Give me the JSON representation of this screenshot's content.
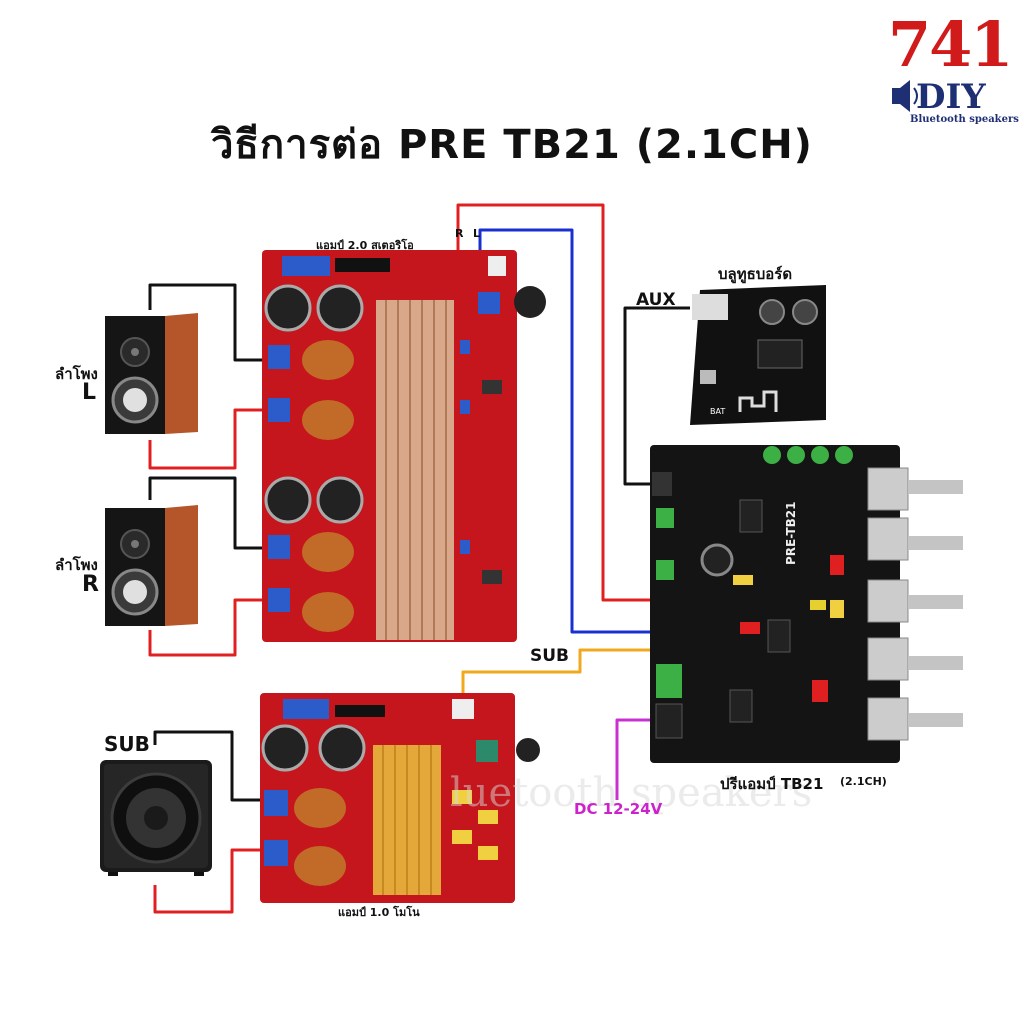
{
  "title": "วิธีการต่อ PRE TB21 (2.1CH)",
  "logo": {
    "number": "741",
    "brand": "DIY",
    "tagline": "Bluetooth speakers"
  },
  "watermark": "luetooth speakers",
  "labels": {
    "amp_stereo": "แอมป์ 2.0 สเตอริโอ",
    "amp_mono": "แอมป์ 1.0 โมโน",
    "preamp": "ปรีแอมป์ TB21",
    "preamp_ch": "(2.1CH)",
    "bluetooth": "บลูทูธบอร์ด",
    "aux": "AUX",
    "sub_line": "SUB",
    "dc": "DC 12-24V",
    "r": "R",
    "l": "L"
  },
  "speakers": {
    "left": {
      "label": "ลำโพง",
      "channel": "L"
    },
    "right": {
      "label": "ลำโพง",
      "channel": "R"
    },
    "sub": {
      "label": "SUB"
    }
  },
  "board_text": {
    "preamp_model": "PRE-TB21",
    "bt_bat": "BAT"
  },
  "wire_colors": {
    "black": "#111111",
    "red": "#e02020",
    "blue": "#1a2fd0",
    "orange": "#f2a81d",
    "purple": "#c830d0"
  },
  "colors": {
    "pcb_red": "#c4161c",
    "pcb_black": "#141414",
    "logo_red": "#d11a1a",
    "logo_blue": "#1f2f74"
  }
}
